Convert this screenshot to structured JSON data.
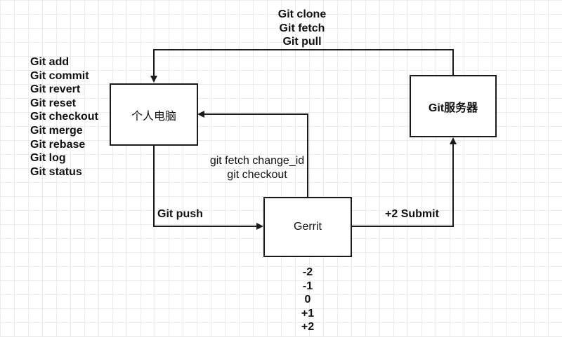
{
  "nodes": {
    "pc": "个人电脑",
    "server": "Git服务器",
    "gerrit": "Gerrit"
  },
  "edges": {
    "top": [
      "Git clone",
      "Git fetch",
      "Git pull"
    ],
    "push": "Git push",
    "fetch_from_gerrit": [
      "git fetch change_id",
      "git checkout"
    ],
    "submit": "+2 Submit"
  },
  "local_commands": [
    "Git add",
    "Git commit",
    "Git revert",
    "Git reset",
    "Git checkout",
    "Git merge",
    "Git rebase",
    "Git log",
    "Git status"
  ],
  "review_scores": [
    "-2",
    "-1",
    "0",
    "+1",
    "+2"
  ]
}
